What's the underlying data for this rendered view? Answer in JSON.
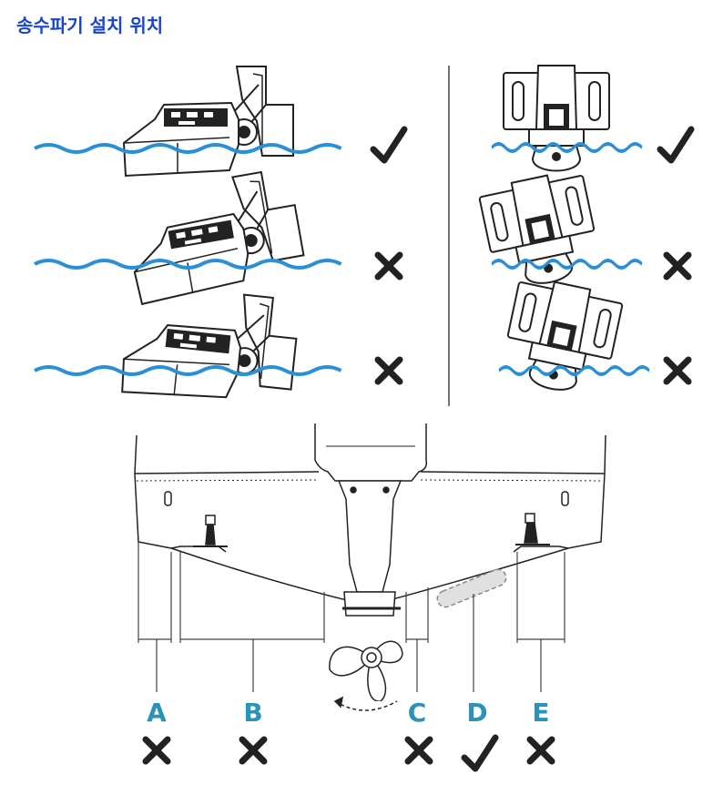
{
  "title": "송수파기 설치 위치",
  "colors": {
    "title": "#1a45c8",
    "water": "#2a8fd6",
    "label": "#2a93b7",
    "line": "#222222"
  },
  "positions": [
    {
      "label": "A",
      "mark": "cross-icon"
    },
    {
      "label": "B",
      "mark": "cross-icon"
    },
    {
      "label": "C",
      "mark": "cross-icon"
    },
    {
      "label": "D",
      "mark": "check-icon"
    },
    {
      "label": "E",
      "mark": "cross-icon"
    }
  ],
  "side_view_marks": [
    "check-icon",
    "cross-icon",
    "cross-icon"
  ],
  "rear_view_marks": [
    "check-icon",
    "cross-icon",
    "cross-icon"
  ]
}
